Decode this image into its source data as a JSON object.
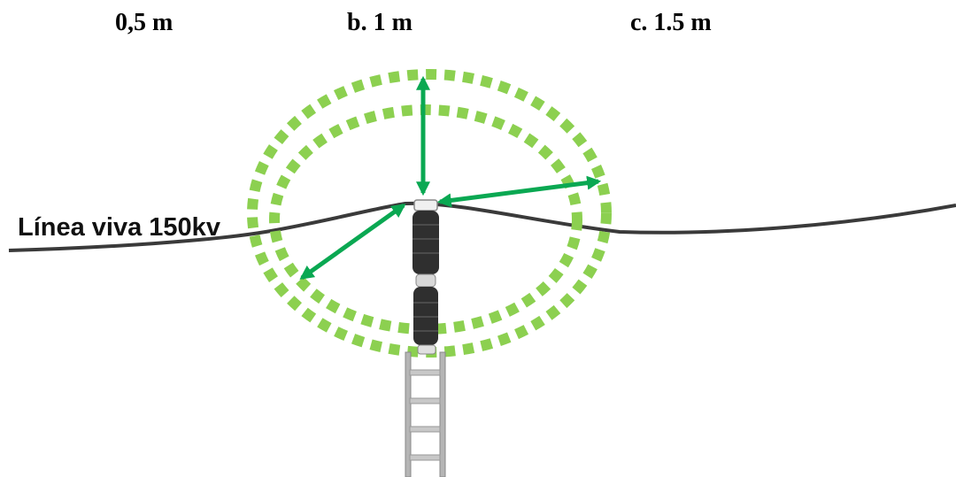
{
  "options": {
    "a": "0,5 m",
    "b": "b.  1 m",
    "c": "c. 1.5 m"
  },
  "line_label": "Línea viva 150kv",
  "colors": {
    "dotted_circles": "#8cd050",
    "arrows": "#0aa852",
    "power_line": "#3a3a3a",
    "insulator": "#2f2f2f",
    "ladder": "#b0b0b0",
    "text": "#000000"
  },
  "icons": {
    "arrow": "double-headed-arrow",
    "insulator": "insulator-icon",
    "ladder": "ladder-icon"
  }
}
